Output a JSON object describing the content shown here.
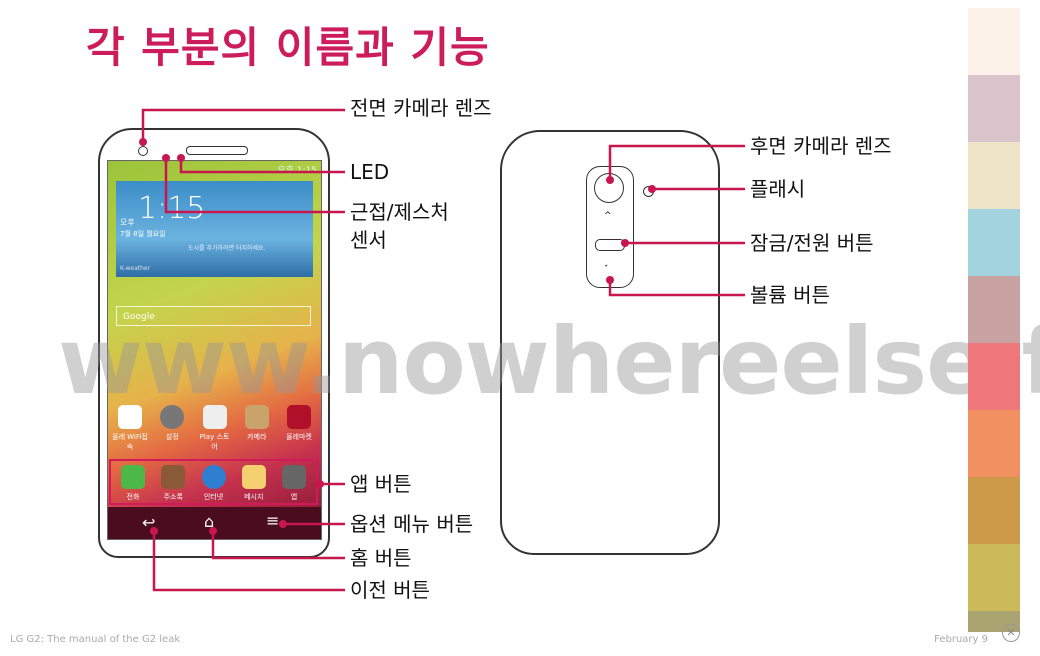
{
  "title": "각 부분의 이름과 기능",
  "front_labels": {
    "front_camera": "전면 카메라 렌즈",
    "led": "LED",
    "sensor_line1": "근접/제스처",
    "sensor_line2": "센서",
    "app_button": "앱 버튼",
    "option_menu": "옵션 메뉴 버튼",
    "home": "홈 버튼",
    "back": "이전 버튼"
  },
  "back_labels": {
    "rear_camera": "후면 카메라 렌즈",
    "flash": "플래시",
    "power": "잠금/전원 버튼",
    "volume": "볼륨 버튼"
  },
  "screen": {
    "status_time": "오후 1:15",
    "clock_ampm": "오후",
    "clock": "1:15",
    "date": "7월 8일 월요일",
    "weather_msg": "도시를 추가하려면 터치하세요.",
    "weather_brand": "K-weather",
    "search": "Google",
    "apps": [
      "올레 WiFi접속",
      "설정",
      "Play 스토어",
      "카메라",
      "올레마켓"
    ],
    "dock": [
      "전화",
      "주소록",
      "인터넷",
      "메시지",
      "앱"
    ]
  },
  "watermark": "www.nowhereelse.fr",
  "footer": {
    "left": "LG G2: The manual of the G2 leak",
    "right": "February 9"
  },
  "colors": {
    "accent": "#cc1d5a",
    "strip": [
      "#fbf1e9",
      "#dcc4cc",
      "#eee5c8",
      "#a3d3de",
      "#c9a3a3",
      "#ef767a",
      "#f19060",
      "#cc9a48",
      "#cbb95a",
      "#aaa470"
    ]
  }
}
